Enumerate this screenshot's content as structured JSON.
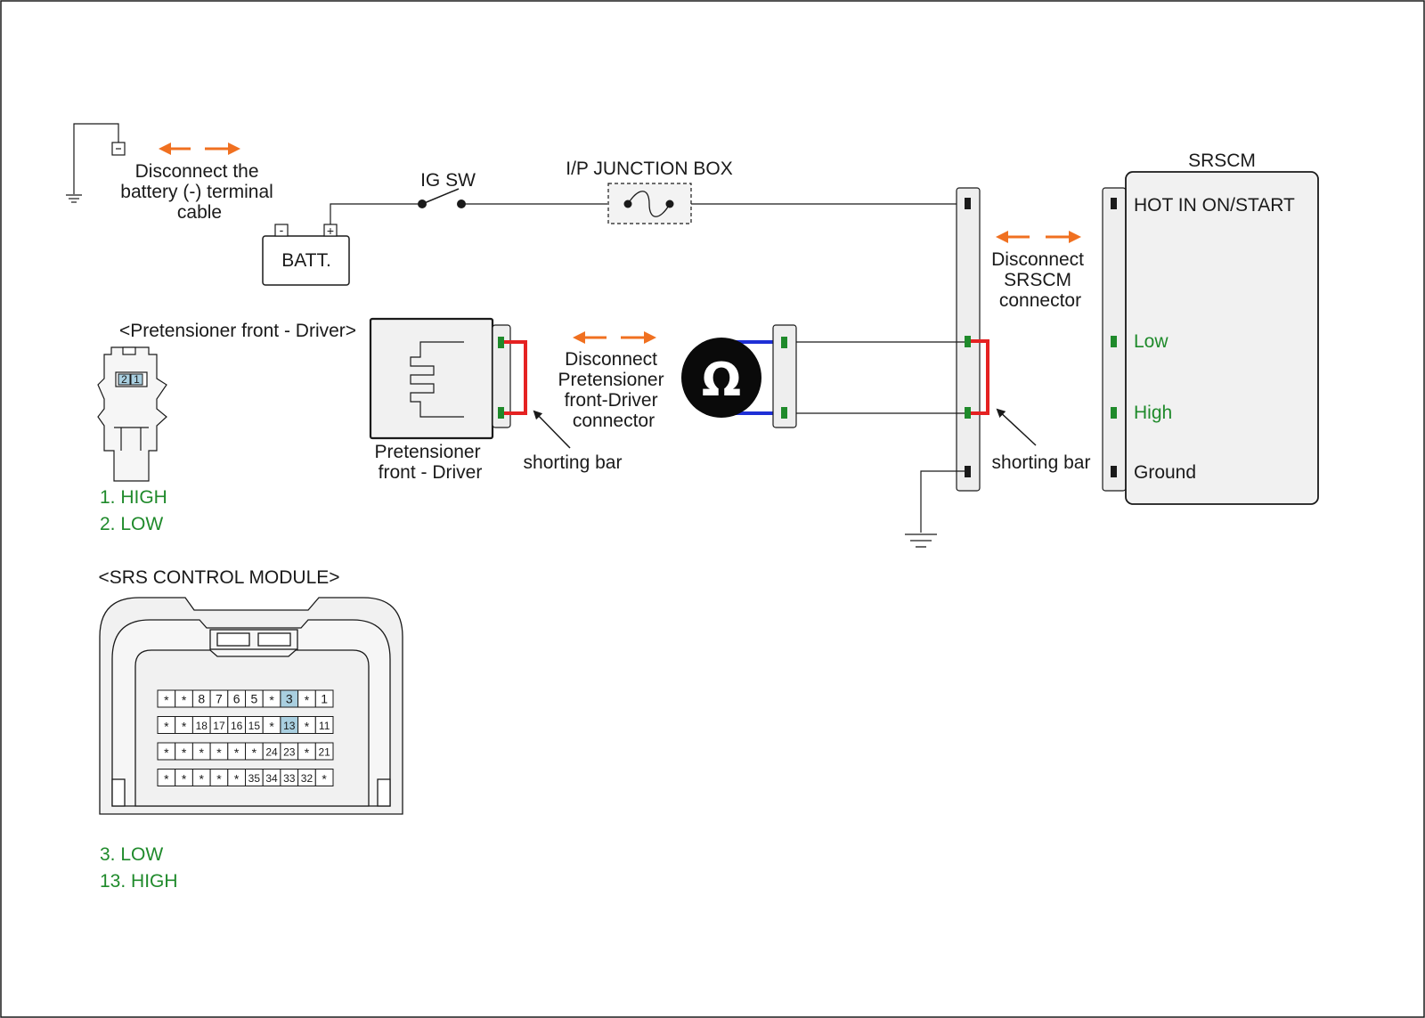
{
  "colors": {
    "arrow": "#f07020",
    "shorting_bar": "#e52222",
    "probe_lead": "#1e2fd6",
    "pin_green": "#1f8a2b",
    "pin_highlight": "#a9cfe0",
    "label_green": "#1f8a2b"
  },
  "icons": [
    "battery-icon",
    "switch-icon",
    "fuse-icon",
    "ground-icon",
    "ohmmeter-icon",
    "double-arrow-icon",
    "pointer-arrow-icon"
  ],
  "labels": {
    "disconnect_battery": [
      "Disconnect the",
      "battery (-) terminal",
      "cable"
    ],
    "battery": "BATT.",
    "battery_minus": "-",
    "battery_plus": "+",
    "ig_sw": "IG SW",
    "ip_junction_box": "I/P JUNCTION BOX",
    "srscm": "SRSCM",
    "hot_in": "HOT IN ON/START",
    "low": "Low",
    "high": "High",
    "ground": "Ground",
    "disconnect_srscm": [
      "Disconnect",
      "SRSCM",
      "connector"
    ],
    "disconnect_pretensioner": [
      "Disconnect",
      "Pretensioner",
      "front-Driver",
      "connector"
    ],
    "shorting_bar": "shorting bar",
    "pretensioner_device": [
      "Pretensioner",
      "front - Driver"
    ],
    "ohmmeter_symbol": "Ω"
  },
  "pretensioner_connector": {
    "title": "<Pretensioner front - Driver>",
    "pins": [
      "2",
      "1"
    ],
    "legend": [
      "1. HIGH",
      "2. LOW"
    ]
  },
  "srs_module": {
    "title": "<SRS CONTROL MODULE>",
    "rows": [
      [
        "*",
        "*",
        "8",
        "7",
        "6",
        "5",
        "*",
        "3",
        "*",
        "1"
      ],
      [
        "*",
        "*",
        "18",
        "17",
        "16",
        "15",
        "*",
        "13",
        "*",
        "11"
      ],
      [
        "*",
        "*",
        "*",
        "*",
        "*",
        "*",
        "24",
        "23",
        "*",
        "21"
      ],
      [
        "*",
        "*",
        "*",
        "*",
        "*",
        "35",
        "34",
        "33",
        "32",
        "*"
      ]
    ],
    "highlighted": [
      "3",
      "13"
    ],
    "legend": [
      "3. LOW",
      "13. HIGH"
    ]
  }
}
